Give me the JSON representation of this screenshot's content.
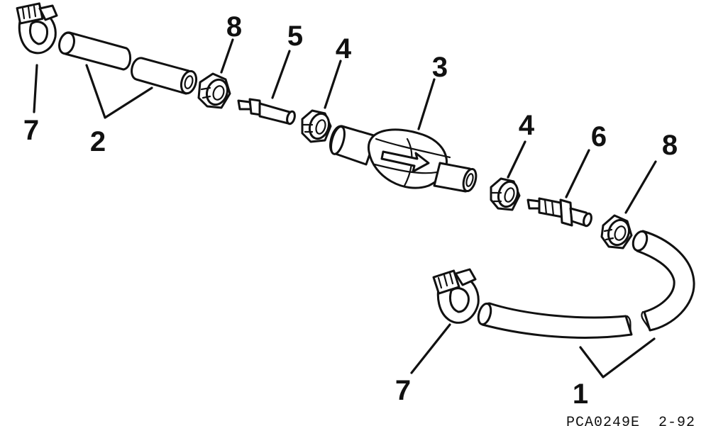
{
  "diagram": {
    "callouts": [
      {
        "id": "label-7-top",
        "text": "7"
      },
      {
        "id": "label-2",
        "text": "2"
      },
      {
        "id": "label-8-top",
        "text": "8"
      },
      {
        "id": "label-5",
        "text": "5"
      },
      {
        "id": "label-4-left",
        "text": "4"
      },
      {
        "id": "label-3",
        "text": "3"
      },
      {
        "id": "label-4-right",
        "text": "4"
      },
      {
        "id": "label-6",
        "text": "6"
      },
      {
        "id": "label-8-right",
        "text": "8"
      },
      {
        "id": "label-7-bottom",
        "text": "7"
      },
      {
        "id": "label-1",
        "text": "1"
      }
    ],
    "figure_code": "PCA0249E  2-92"
  }
}
